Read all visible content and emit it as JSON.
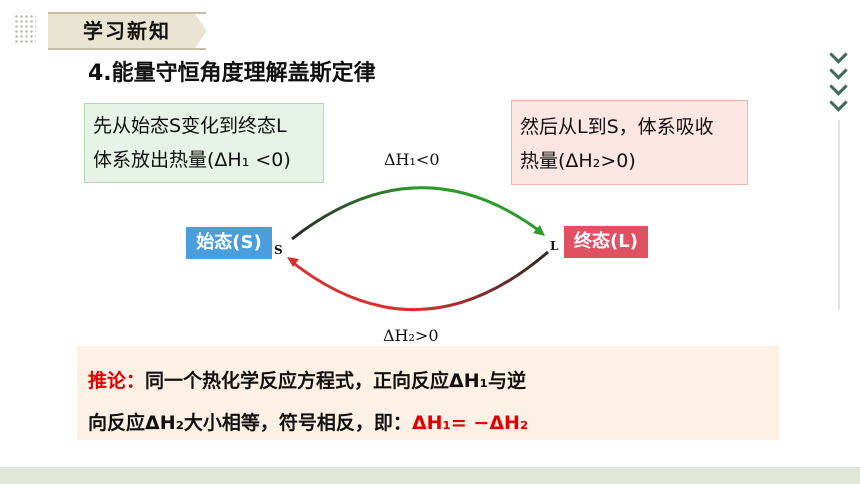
{
  "header": {
    "section_tag": "学习新知"
  },
  "title": "4.能量守恒角度理解盖斯定律",
  "green_box": {
    "line1": "先从始态S变化到终态L",
    "line2": "体系放出热量(ΔH₁ <0)"
  },
  "pink_box": {
    "line1": "然后从L到S，体系吸收",
    "line2": "热量(ΔH₂>0)"
  },
  "states": {
    "start_label": "始态(S)",
    "end_label": "终态(L)",
    "start_letter": "S",
    "end_letter": "L"
  },
  "arrows": {
    "top_label": "ΔH₁<0",
    "bottom_label": "ΔH₂>0",
    "top_color": "#2e9a2e",
    "bottom_color": "#d93030"
  },
  "conclusion": {
    "prefix": "推论：",
    "line1": "同一个热化学反应方程式，正向反应ΔH₁与逆",
    "line2": "向反应ΔH₂大小相等，符号相反，即：",
    "formula": "ΔH₁= −ΔH₂"
  },
  "colors": {
    "accent_green": "#3f6b57",
    "start_blue": "#4a9edd",
    "end_red": "#e05263",
    "highlight_red": "#e00000"
  }
}
